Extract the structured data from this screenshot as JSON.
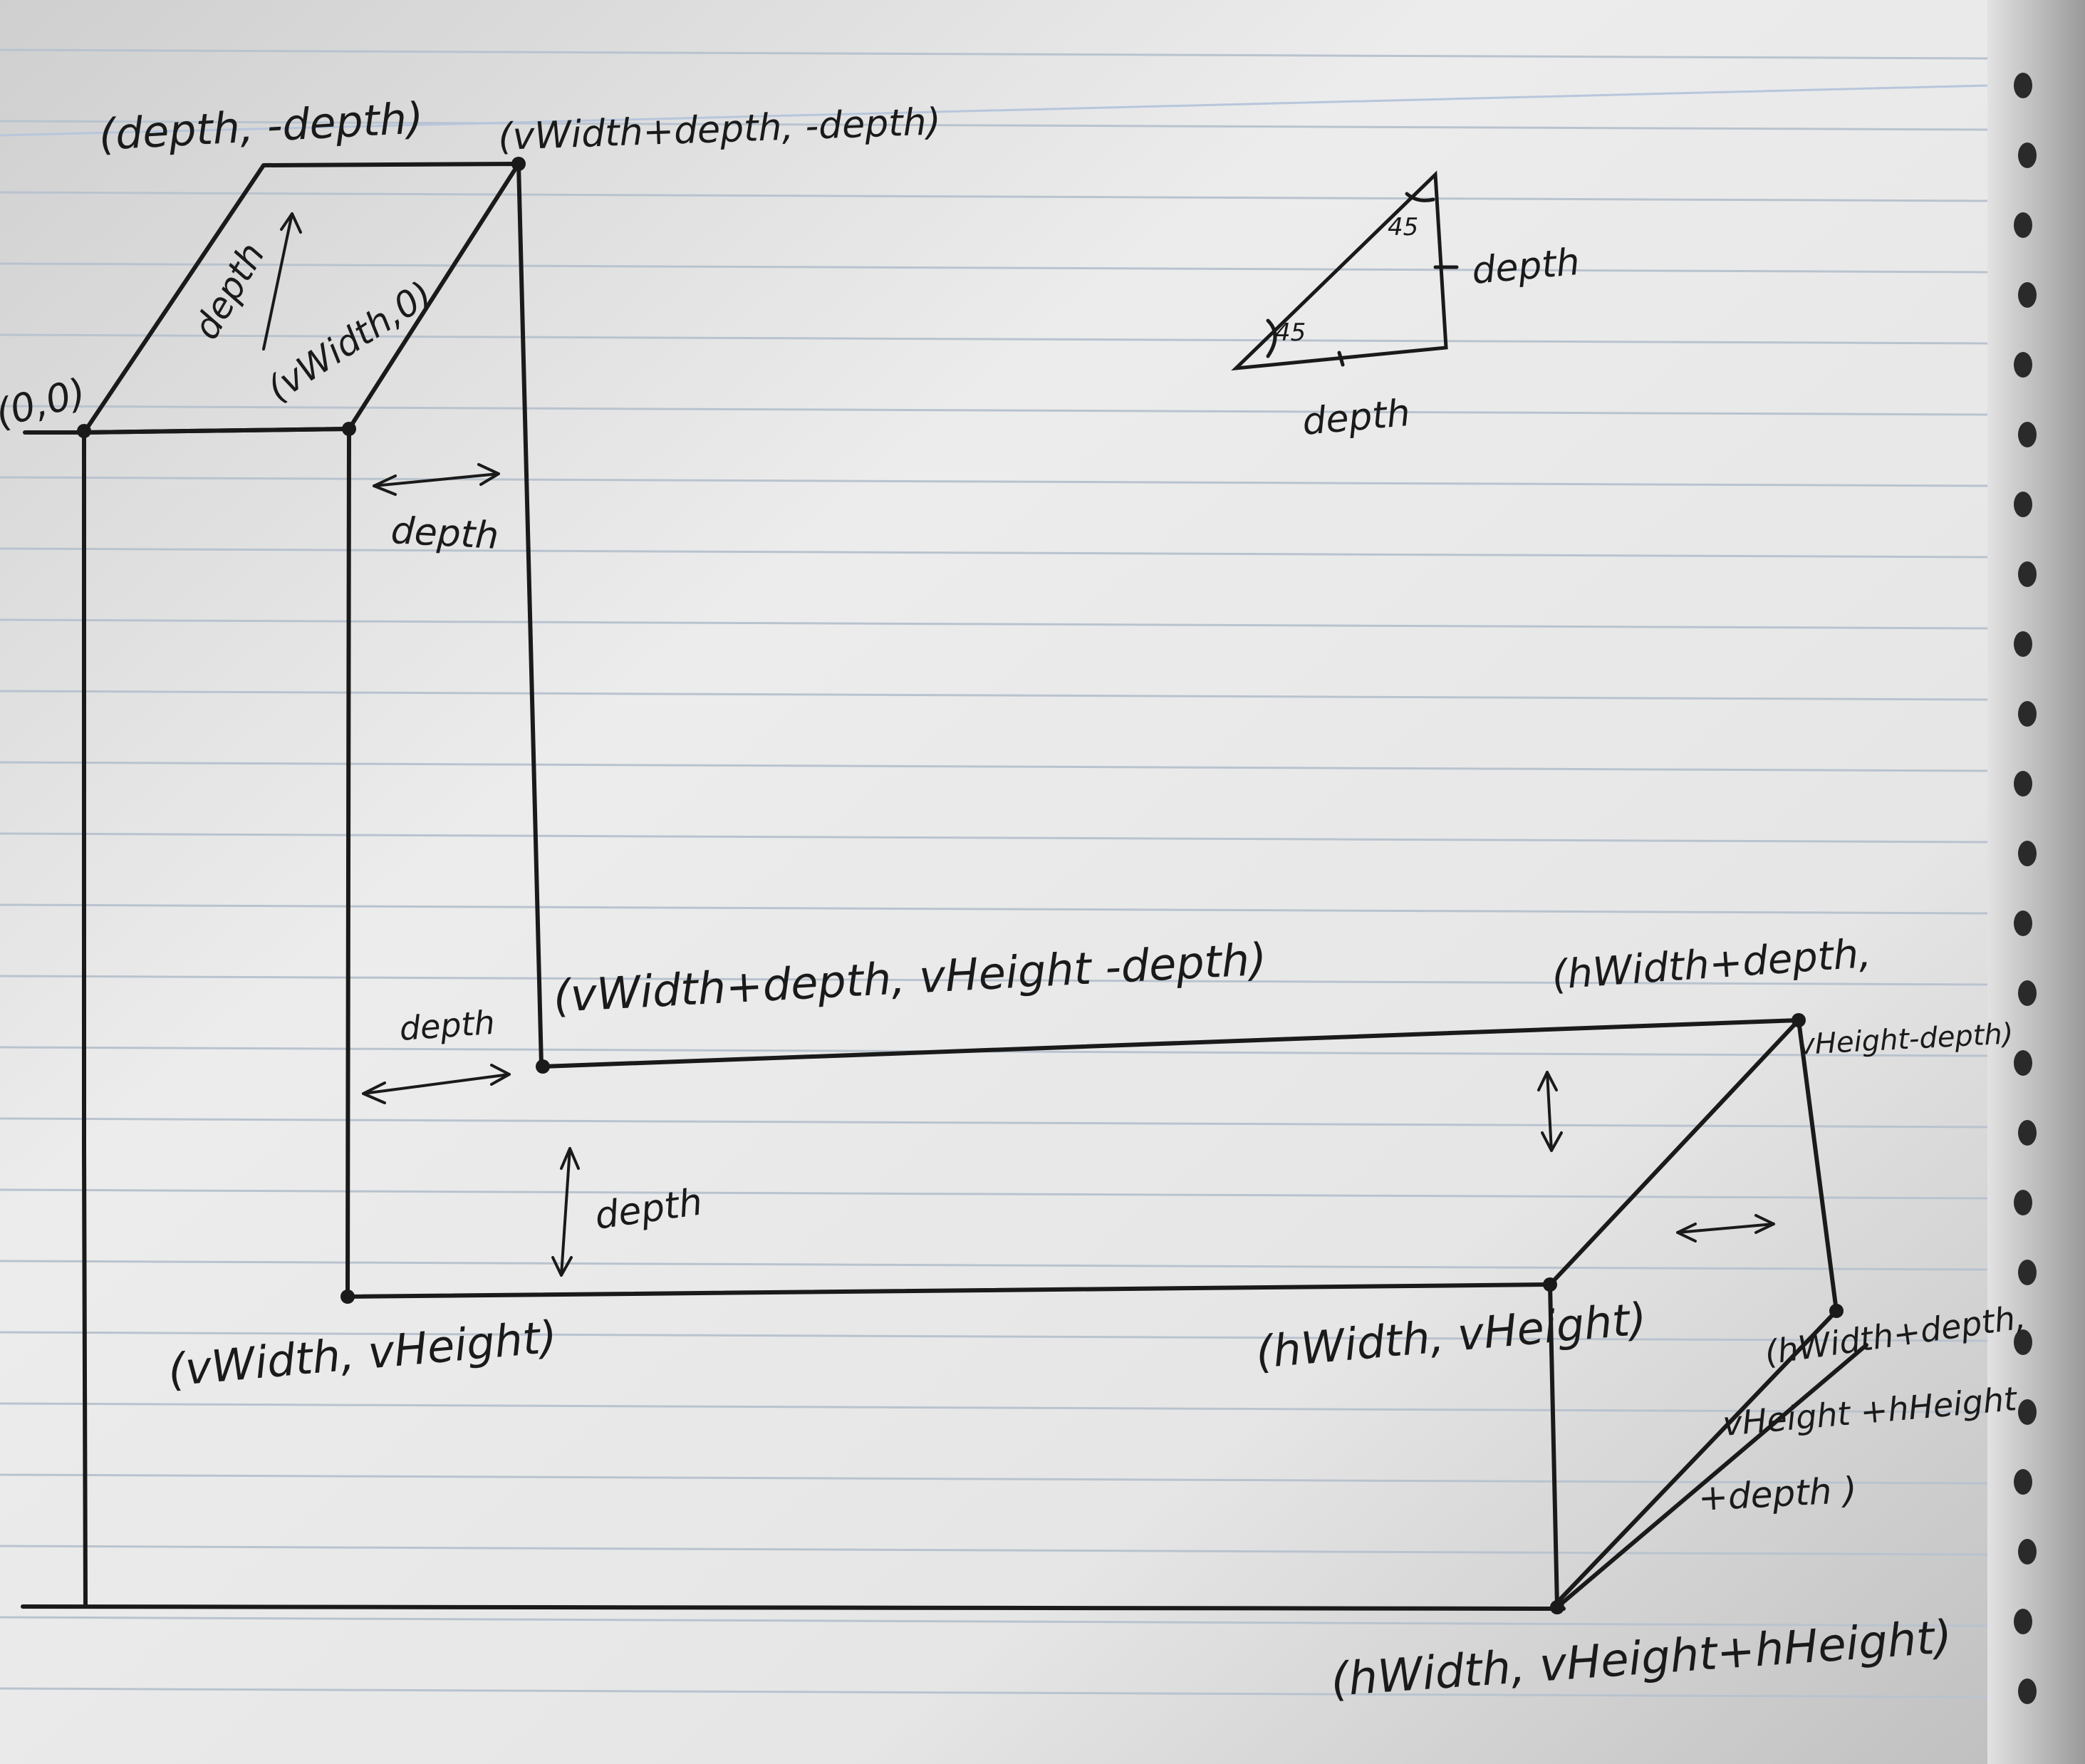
{
  "labels": {
    "origin": "(0,0)",
    "depth_neg_depth": "(depth, -depth)",
    "vwidth_depth_neg_depth": "(vWidth+depth, -depth)",
    "vwidth_0": "(vWidth,0)",
    "depth_diag": "depth",
    "depth_top_arrow": "depth",
    "vwidth_depth_vheight_depth": "(vWidth+depth, vHeight -depth)",
    "depth_mid": "depth",
    "depth_vert": "depth",
    "vwidth_vheight": "(vWidth, vHeight)",
    "hwidth_depth_top": "(hWidth+depth,",
    "vheight_depth_top": "vHeight-depth)",
    "hwidth_vheight": "(hWidth, vHeight)",
    "hwidth_depth_bottom_1": "(hWidth+depth,",
    "hwidth_depth_bottom_2": "vHeight +hHeight",
    "hwidth_depth_bottom_3": "+depth )",
    "hwidth_vheight_hheight": "(hWidth, vHeight+hHeight)",
    "tri_angle_top": "45",
    "tri_angle_left": "45",
    "tri_side_right": "depth",
    "tri_side_bottom": "depth"
  },
  "colors": {
    "paper": "#e9e9e9",
    "ink": "#1a1a1a",
    "rule_line": "#b9c3cf",
    "margin_line": "#b7c6dc"
  }
}
